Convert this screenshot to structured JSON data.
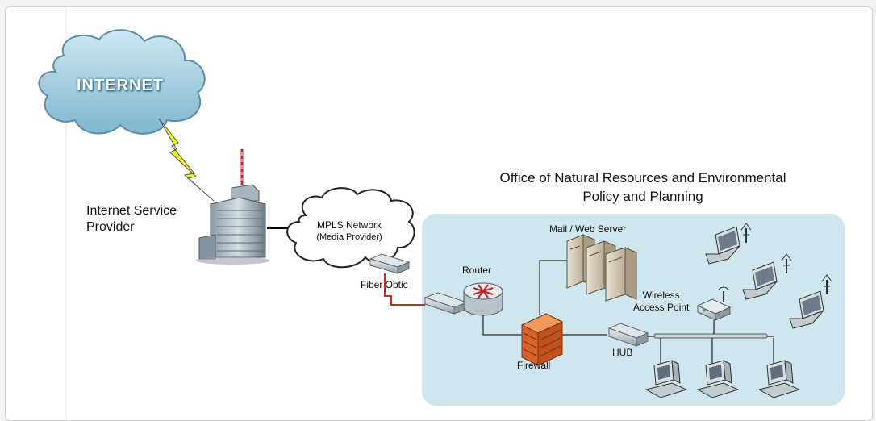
{
  "diagram": {
    "title_line1": "Office of Natural Resources and Environmental",
    "title_line2": "Policy and Planning",
    "internet_label": "INTERNET",
    "isp_line1": "Internet Service",
    "isp_line2": "Provider",
    "mpls_line1": "MPLS Network",
    "mpls_line2": "(Media Provider)",
    "fiber_label": "Fiber Obtic",
    "router_label": "Router",
    "mail_label": "Mail / Web Server",
    "firewall_label": "Firewall",
    "hub_label": "HUB",
    "wap_line1": "Wireless",
    "wap_line2": "Access Point"
  },
  "colors": {
    "office_zone": "#cfe6ee",
    "fiber_link": "#e0201c",
    "lightning": "#f2f21c",
    "cloud": "#a9d1e4",
    "firewall": "#e8742a"
  },
  "icons": [
    "cloud-icon",
    "lightning-icon",
    "tower-building-icon",
    "router-icon",
    "switch-icon",
    "server-icon",
    "firewall-icon",
    "hub-icon",
    "wireless-access-point-icon",
    "laptop-icon",
    "desktop-computer-icon"
  ]
}
